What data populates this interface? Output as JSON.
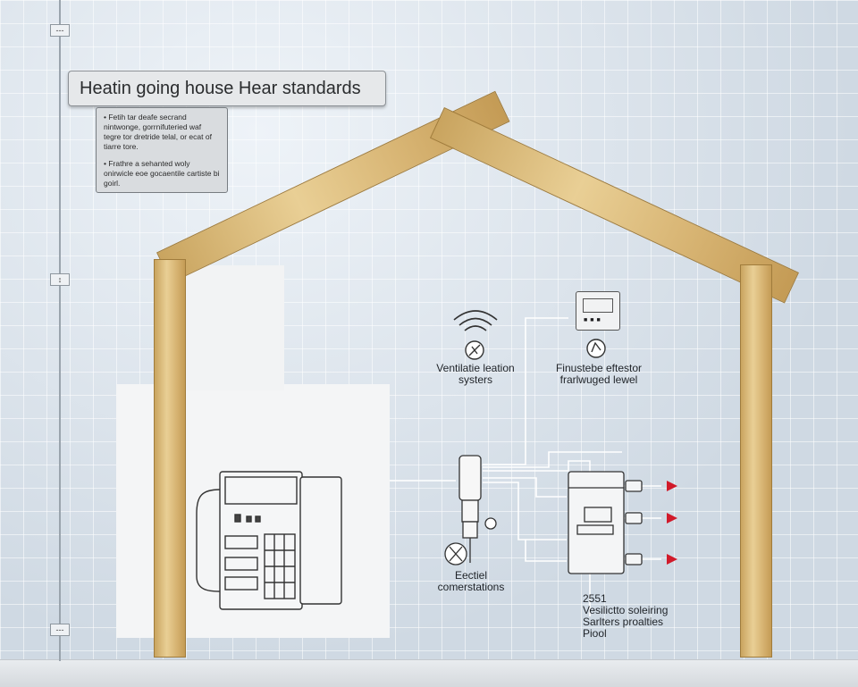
{
  "title": "Heatin going house Hear standards",
  "notes": [
    "• Fetih tar deafe secrand nintwonge, gorrnifuteried waf tegre tor dretride telal, or ecat of tiarre tore.",
    "• Frathre a sehanted woly onirwicle eoe gocaentile cartiste bi goirl."
  ],
  "ruler_marks": [
    "---",
    "↕",
    "---"
  ],
  "labels": {
    "ventilation": "Ventilatie leation\nsysters",
    "thermostat": "Finustebe eftestor\nfrarlwuged lewel",
    "electrical": "Eectiel\ncomerstations",
    "bottom": "2551\nVesilictto soleiring\nSarlters proalties\nPiool"
  },
  "icons": [
    "wifi-icon",
    "fan-icon",
    "hand-icon",
    "gauge-icon"
  ],
  "colors": {
    "wall": "#cfd9e3",
    "wood": "#dcbb7a",
    "arrow_red": "#d11a2a",
    "line": "#ffffff"
  }
}
